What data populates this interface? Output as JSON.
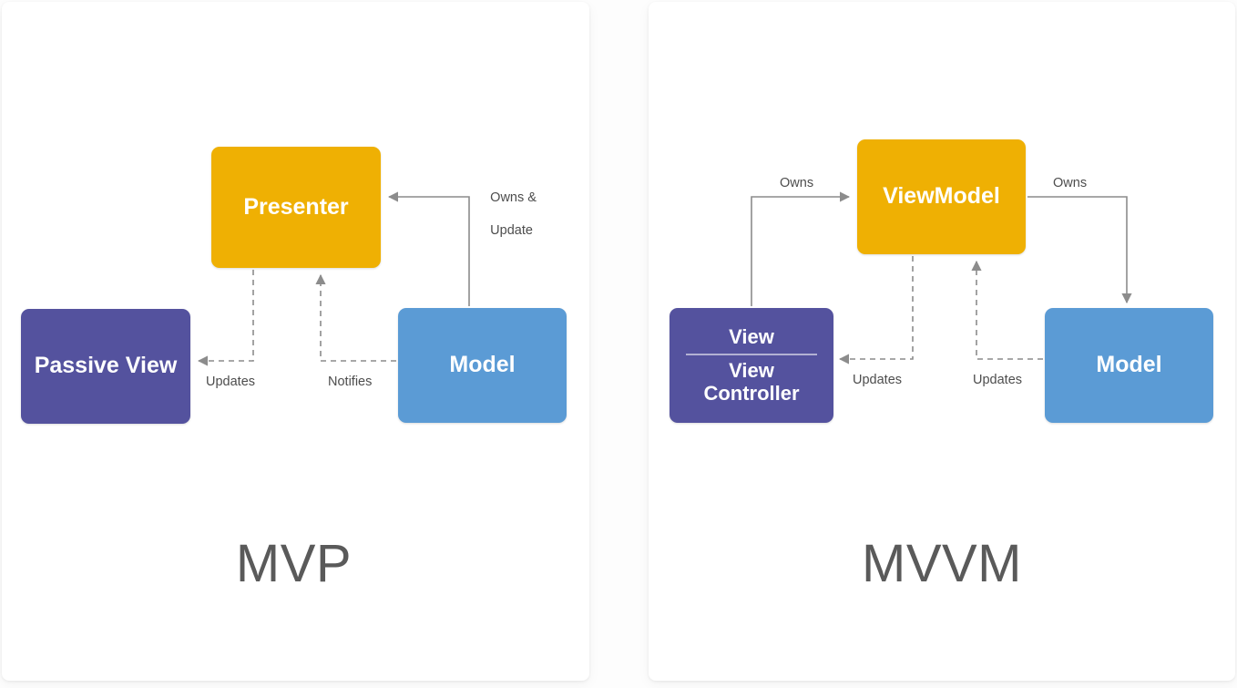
{
  "background": "#fdfdfd",
  "palette": {
    "presenter_orange": "#efb003",
    "view_purple": "#54529e",
    "model_blue": "#5b9bd5",
    "arrow_gray": "#8c8c8c",
    "label_gray": "#4d4d4d",
    "title_gray": "#5a5a5a",
    "card_white": "#ffffff"
  },
  "panels": [
    {
      "title": "MVP",
      "nodes": {
        "presenter": "Presenter",
        "passive_view": "Passive View",
        "model": "Model"
      },
      "edges": [
        {
          "label": "Owns &\nUpdate",
          "from": "Model",
          "to": "Presenter",
          "style": "solid"
        },
        {
          "label": "Updates",
          "from": "Presenter",
          "to": "Passive View",
          "style": "dashed"
        },
        {
          "label": "Notifies",
          "from": "Model",
          "to": "Presenter",
          "style": "dashed"
        }
      ],
      "edge_labels": {
        "owns_update_line1": "Owns &",
        "owns_update_line2": "Update",
        "updates": "Updates",
        "notifies": "Notifies"
      }
    },
    {
      "title": "MVVM",
      "nodes": {
        "viewmodel": "ViewModel",
        "view_line1": "View",
        "view_line2": "View",
        "view_line3": "Controller",
        "model": "Model"
      },
      "edges": [
        {
          "label": "Owns",
          "from": "View",
          "to": "ViewModel",
          "style": "solid"
        },
        {
          "label": "Owns",
          "from": "ViewModel",
          "to": "Model",
          "style": "solid"
        },
        {
          "label": "Updates",
          "from": "ViewModel",
          "to": "View",
          "style": "dashed"
        },
        {
          "label": "Updates",
          "from": "Model",
          "to": "ViewModel",
          "style": "dashed"
        }
      ],
      "edge_labels": {
        "owns_left": "Owns",
        "owns_right": "Owns",
        "updates_left": "Updates",
        "updates_right": "Updates"
      }
    }
  ]
}
